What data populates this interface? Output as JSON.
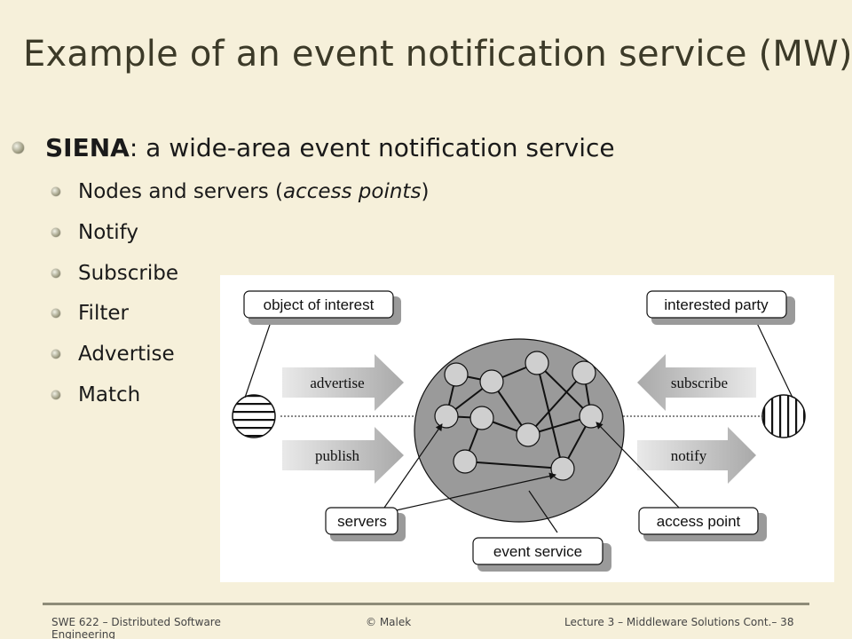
{
  "slide": {
    "title": "Example of an event notification service (MW)"
  },
  "bullets": {
    "main": {
      "strong": "SIENA",
      "rest": ": a wide-area event notification service"
    },
    "sub": [
      {
        "before": "Nodes and servers (",
        "italic": "access points",
        "after": ")"
      },
      {
        "text": "Notify"
      },
      {
        "text": "Subscribe"
      },
      {
        "text": "Filter"
      },
      {
        "text": "Advertise"
      },
      {
        "text": "Match"
      }
    ]
  },
  "diagram": {
    "boxes": {
      "object_of_interest": "object of interest",
      "interested_party": "interested party",
      "servers": "servers",
      "access_point": "access point",
      "event_service": "event service"
    },
    "arrows": {
      "advertise": "advertise",
      "publish": "publish",
      "subscribe": "subscribe",
      "notify": "notify"
    }
  },
  "footer": {
    "left": "SWE 622 – Distributed Software Engineering",
    "middle": "© Malek",
    "right": "Lecture 3 – Middleware Solutions Cont.– 38"
  }
}
